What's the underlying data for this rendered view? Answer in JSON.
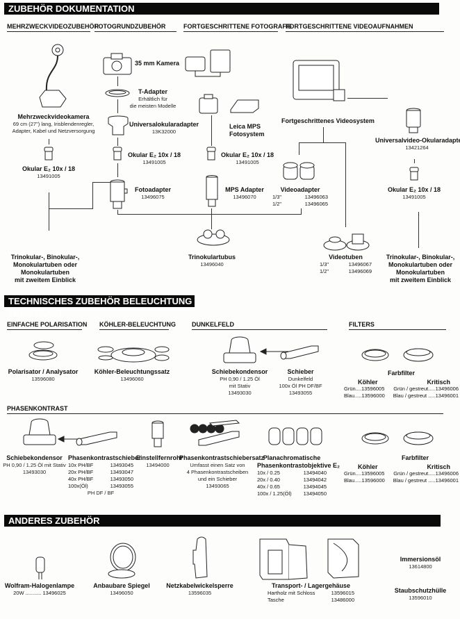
{
  "sections": {
    "doc": {
      "title": "ZUBEHÖR DOKUMENTATION",
      "subheads": [
        "MEHRZWECKVIDEOZUBEHÖR",
        "FOTOGRUNDZUBEHÖR",
        "FORTGESCHRITTENE FOTOGRAFIE",
        "FORTGESCHRITTENE VIDEOAUFNAHMEN"
      ],
      "items": {
        "multicam": {
          "name": "Mehrzweckvideokamera",
          "desc1": "69 cm (27\") lang, Irisblendenregler,",
          "desc2": "Adapter, Kabel und Netzversorgung"
        },
        "ocular1": {
          "name": "Okular E₂ 10x / 18",
          "code": "13491005"
        },
        "camera35": {
          "name": "35 mm Kamera"
        },
        "tadapter": {
          "name": "T-Adapter",
          "desc1": "Erhältlich für",
          "desc2": "die meisten Modelle"
        },
        "univocular": {
          "name": "Universalokularadapter",
          "code": "13K32000"
        },
        "ocular2": {
          "name": "Okular E₂ 10x / 18",
          "code": "13491005"
        },
        "fotoadapter": {
          "name": "Fotoadapter",
          "code": "13496075"
        },
        "mps": {
          "name1": "Leica MPS",
          "name2": "Fotosystem"
        },
        "ocular3": {
          "name": "Okular E₂ 10x / 18",
          "code": "13491005"
        },
        "mpsadapter": {
          "name": "MPS Adapter",
          "code": "13496070"
        },
        "trinotubus": {
          "name": "Trinokulartubus",
          "code": "13496040"
        },
        "videosystem": {
          "name": "Fortgeschrittenes Videosystem"
        },
        "videoadapter": {
          "name": "Videoadapter",
          "rows": [
            {
              "k": "1/3\"",
              "v": "13496063"
            },
            {
              "k": "1/2\"",
              "v": "13496065"
            }
          ]
        },
        "videotuben": {
          "name": "Videotuben",
          "rows": [
            {
              "k": "1/3\"",
              "v": "13496067"
            },
            {
              "k": "1/2\"",
              "v": "13496069"
            }
          ]
        },
        "univvideo": {
          "name": "Universalvideo-Okularadapter",
          "code": "13421264"
        },
        "ocular4": {
          "name": "Okular E₂ 10x / 18",
          "code": "13491005"
        },
        "tubes_left": [
          "Trinokular-, Binokular-,",
          "Monokulartuben oder",
          "Monokulartuben",
          "mit zweitem Einblick"
        ],
        "tubes_right": [
          "Trinokular-, Binokular-,",
          "Monokulartuben oder",
          "Monokulartuben",
          "mit zweitem Einblick"
        ]
      }
    },
    "tech": {
      "title": "TECHNISCHES ZUBEHÖR BELEUCHTUNG / KONTRAST",
      "subheads": [
        "EINFACHE POLARISATION",
        "KÖHLER-BELEUCHTUNG",
        "DUNKELFELD",
        "FILTERS",
        "PHASENKONTRAST"
      ],
      "items": {
        "polar": {
          "name": "Polarisator / Analysator",
          "code": "13596080"
        },
        "koehler": {
          "name": "Köhler-Beleuchtungssatz",
          "code": "13496060"
        },
        "schiebekond1": {
          "name": "Schiebekondensor",
          "l1": "PH 0,90 / 1.25 Öl",
          "l2": "mit Stativ",
          "code": "13493030"
        },
        "schieber": {
          "name": "Schieber",
          "l1": "Dunkelfeld",
          "l2": "100x Öl PH DF/BF",
          "code": "13493055"
        },
        "farbfilter1": {
          "name": "Farbfilter",
          "col1": "Köhler",
          "col2": "Kritisch",
          "rows": [
            [
              "Grün....13596005",
              "Grün / gestreut.....13496006"
            ],
            [
              "Blau.....13596000",
              "Blau / gestreut .....13496001"
            ]
          ]
        },
        "schiebekond2": {
          "name": "Schiebekondensor",
          "l1": "PH 0,90 / 1.25 Öl mit Stativ",
          "code": "13493030"
        },
        "pkschieber": {
          "name": "Phasenkontrastschieber",
          "rows": [
            {
              "k": "10x PH/BF",
              "v": "13493045"
            },
            {
              "k": "20x PH/BF",
              "v": "13493047"
            },
            {
              "k": "40x PH/BF",
              "v": "13493050"
            },
            {
              "k": "100x(Öl)",
              "v": "13493055"
            }
          ],
          "foot": "PH DF / BF"
        },
        "einstell": {
          "name": "Einstellfernrohr",
          "code": "13494000"
        },
        "pkset": {
          "name": "Phasenkontrastschiebersatz",
          "l1": "Umfasst einen Satz von",
          "l2": "4 Phasenkontrastscheiben",
          "l3": "und ein Schieber",
          "code": "13493065"
        },
        "planachro": {
          "name1": "Planachromatische",
          "name2": "Phasenkontrastobjektive E₂",
          "rows": [
            {
              "k": "10x / 0.25",
              "v": "13494040"
            },
            {
              "k": "20x / 0.40",
              "v": "13494042"
            },
            {
              "k": "40x / 0.65",
              "v": "13494045"
            },
            {
              "k": "100x / 1.25(Öl)",
              "v": "13494050"
            }
          ]
        },
        "farbfilter2": {
          "name": "Farbfilter",
          "col1": "Köhler",
          "col2": "Kritisch",
          "rows": [
            [
              "Grün....13596005",
              "Grün / gestreut.....13496006"
            ],
            [
              "Blau.....13596000",
              "Blau / gestreut .....13496001"
            ]
          ]
        }
      }
    },
    "other": {
      "title": "ANDERES ZUBEHÖR",
      "items": {
        "lamp": {
          "name": "Wolfram-Halogenlampe",
          "row": {
            "k": "20W",
            "v": "13496025"
          }
        },
        "mirror": {
          "name": "Anbaubare Spiegel",
          "code": "13496050"
        },
        "cable": {
          "name": "Netzkabelwickelsperre",
          "code": "13596035"
        },
        "case": {
          "name": "Transport- / Lagergehäuse",
          "rows": [
            {
              "k": "Hartholz mit Schloss",
              "v": "13596015"
            },
            {
              "k": "Tasche",
              "v": "13486000"
            }
          ]
        },
        "oil": {
          "name": "Immersionsöl",
          "code": "13614800"
        },
        "cover": {
          "name": "Staubschutzhülle",
          "code": "13596010"
        }
      }
    }
  }
}
